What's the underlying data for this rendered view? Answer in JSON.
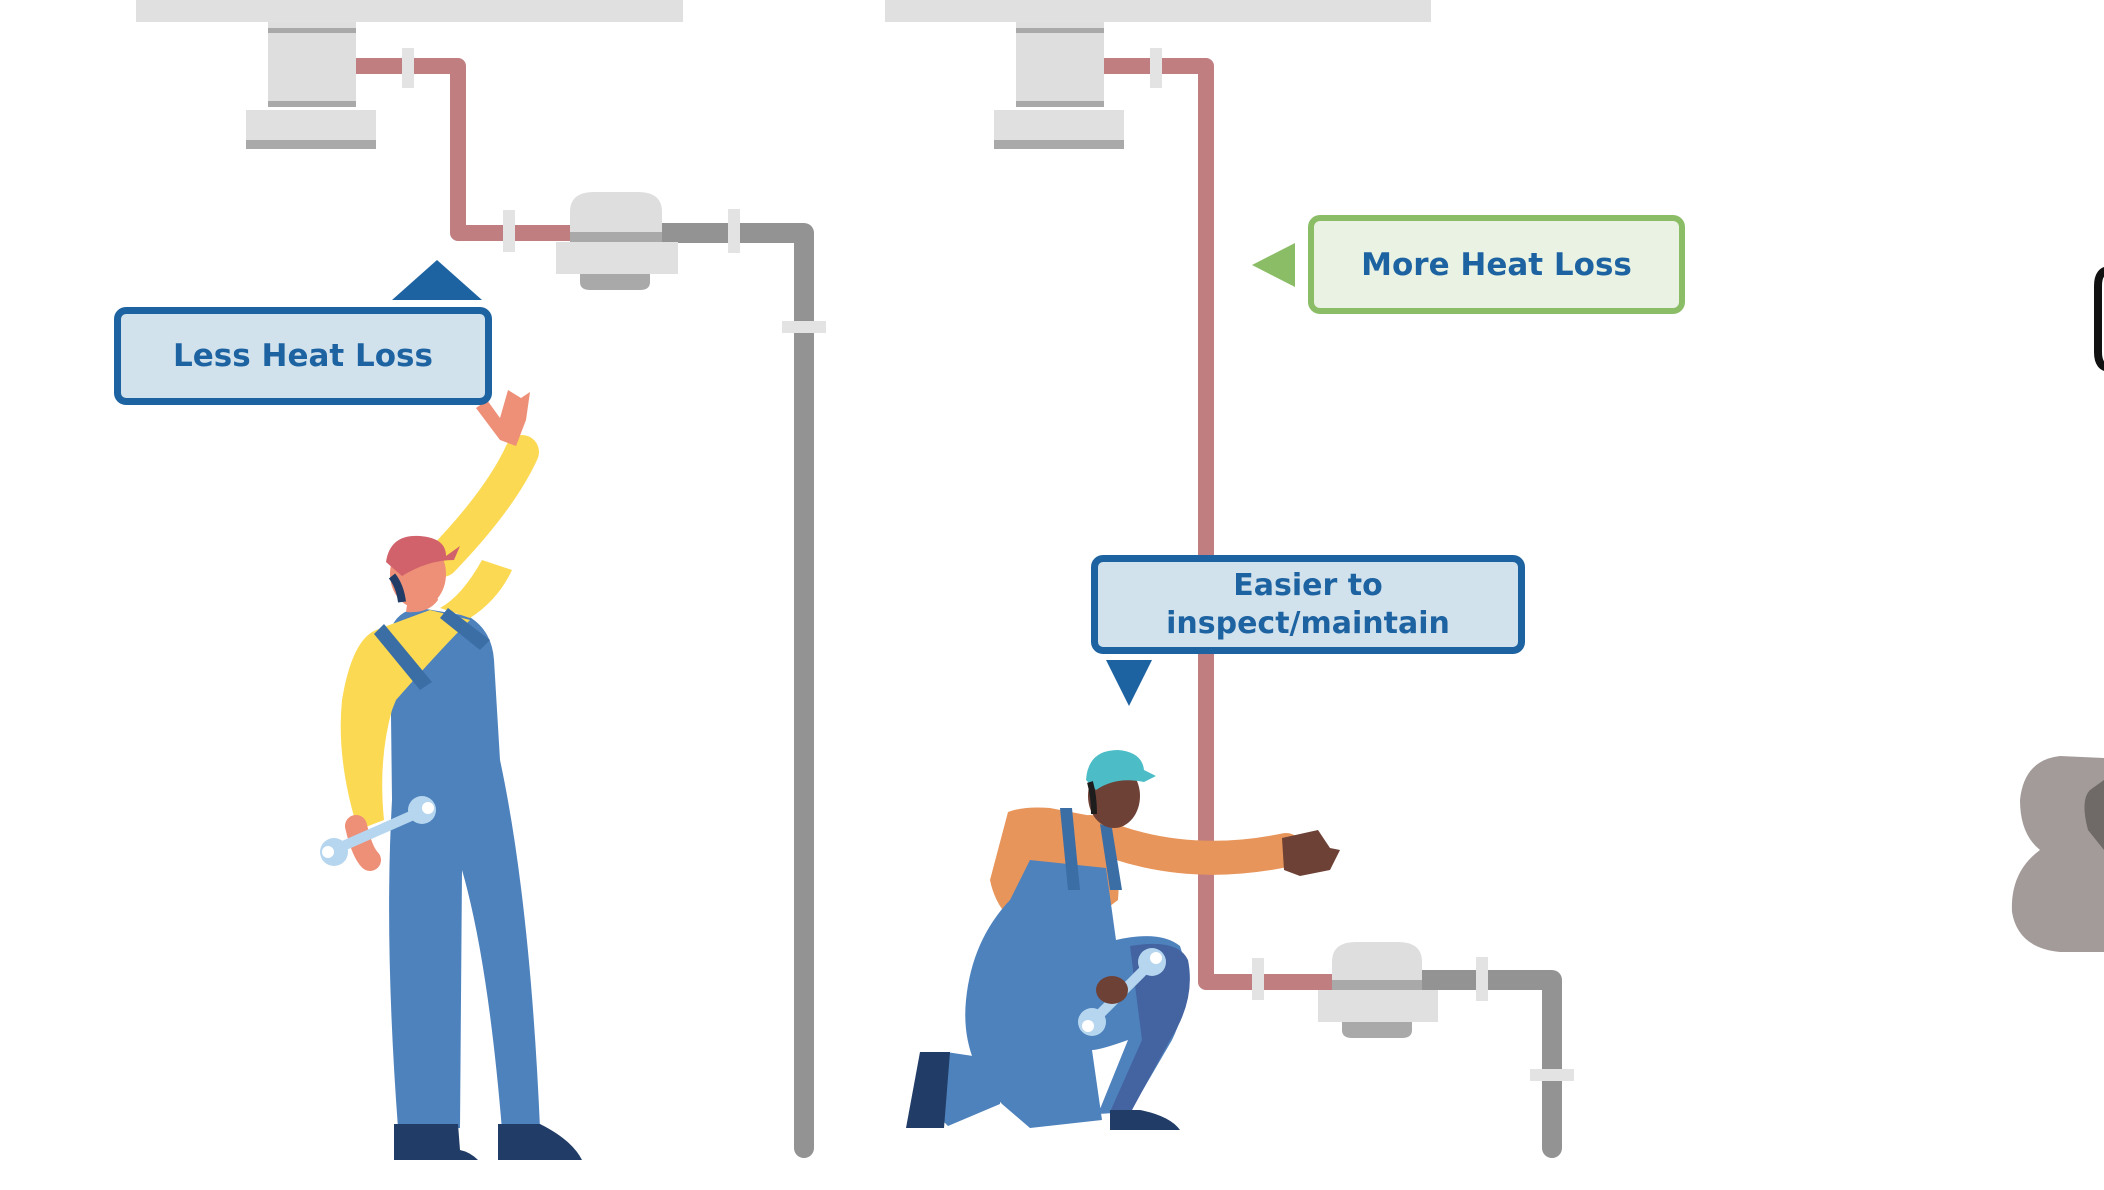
{
  "labels": {
    "less_heat_loss": "Less Heat Loss",
    "more_heat_loss": "More Heat Loss",
    "easier_line1": "Easier to",
    "easier_line2": "inspect/maintain"
  },
  "colors": {
    "hot_pipe": "#c07e80",
    "cold_pipe": "#939393",
    "ceiling": "#e0e0e0",
    "callout_blue_border": "#1e63a1",
    "callout_blue_fill": "#d2e2ed",
    "callout_green_border": "#8bbd66",
    "callout_green_fill": "#eaf3e3",
    "text_blue": "#1e63a1",
    "overalls": "#4e82bd",
    "shirt_yellow": "#fcd953",
    "shirt_orange": "#e8955b"
  },
  "icons": {
    "left_worker": "standing-worker-icon",
    "right_worker": "kneeling-worker-icon",
    "wrench": "wrench-icon",
    "water_heater": "water-heater-icon",
    "meter": "pipe-meter-icon"
  }
}
